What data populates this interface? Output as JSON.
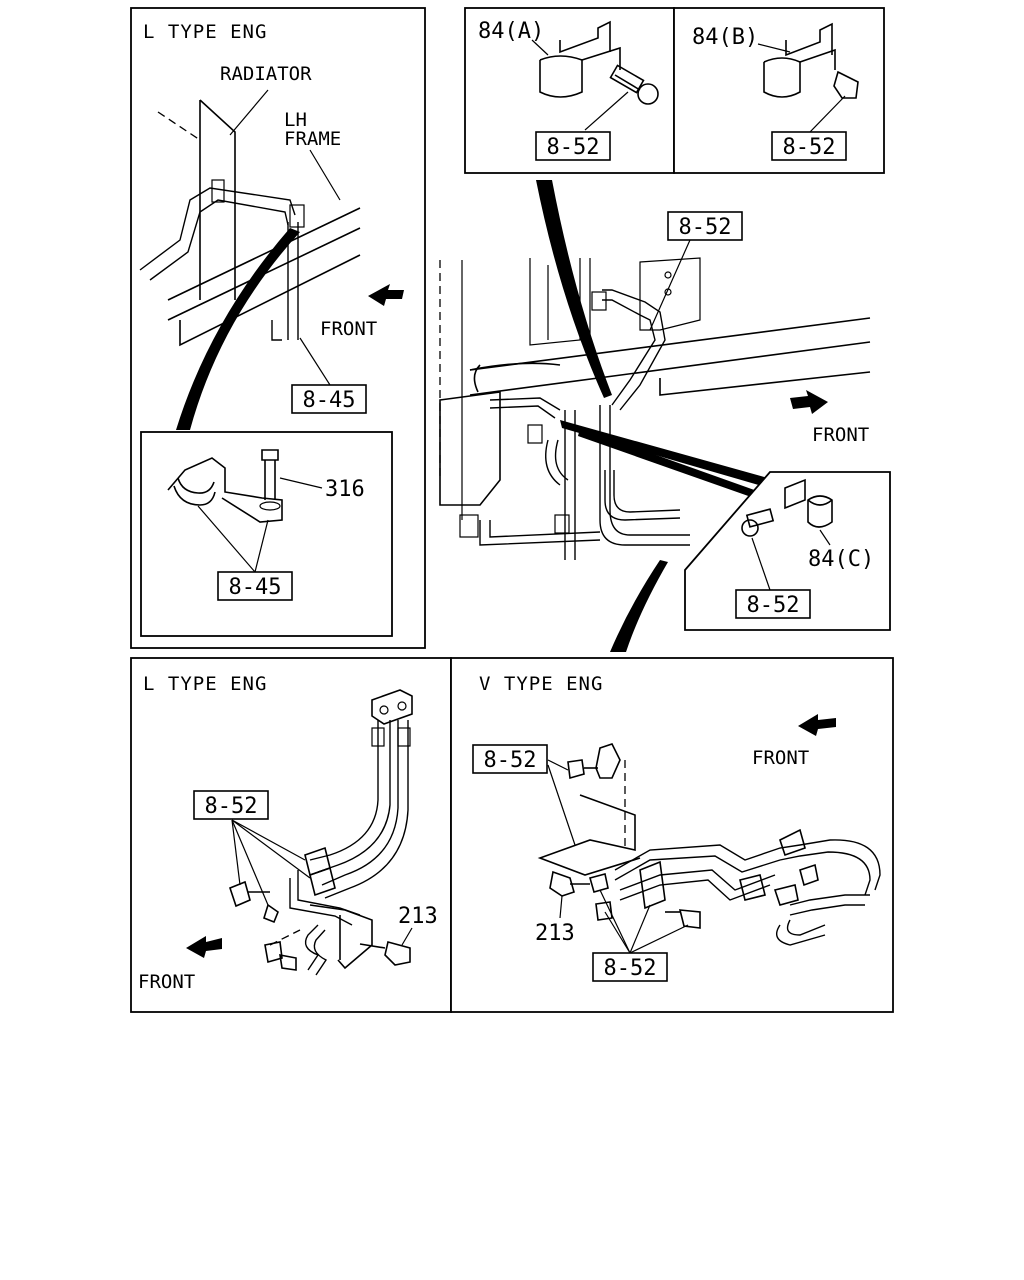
{
  "panels": {
    "top_left": {
      "title": "L TYPE ENG",
      "radiator": "RADIATOR",
      "lh_frame_1": "LH",
      "lh_frame_2": "FRAME",
      "front": "FRONT",
      "ref_main": "8-45",
      "inset": {
        "bolt_ref": "316",
        "ref": "8-45"
      }
    },
    "top_clip_a": {
      "part": "84(A)",
      "ref": "8-52"
    },
    "top_clip_b": {
      "part": "84(B)",
      "ref": "8-52"
    },
    "center": {
      "ref": "8-52",
      "front": "FRONT"
    },
    "clip_c": {
      "part": "84(C)",
      "ref": "8-52"
    },
    "bottom_left": {
      "title": "L TYPE ENG",
      "ref": "8-52",
      "bolt_ref": "213",
      "front": "FRONT"
    },
    "bottom_right": {
      "title": "V TYPE ENG",
      "front": "FRONT",
      "ref_top": "8-52",
      "bolt_ref": "213",
      "ref_bottom": "8-52"
    }
  }
}
